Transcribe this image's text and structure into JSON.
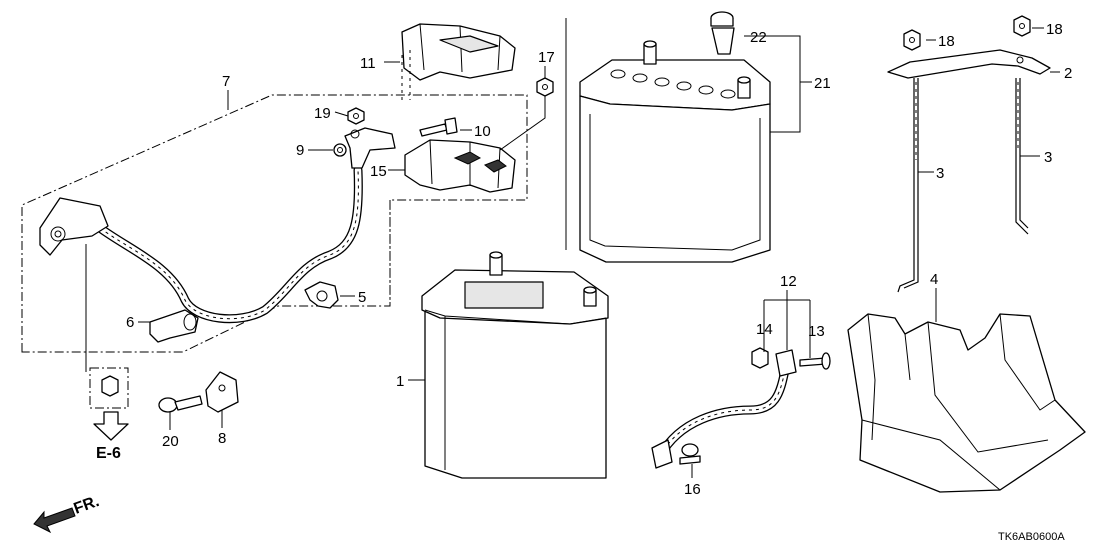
{
  "labels": {
    "p1": "1",
    "p2": "2",
    "p3a": "3",
    "p3b": "3",
    "p4": "4",
    "p5": "5",
    "p6": "6",
    "p7": "7",
    "p8": "8",
    "p9": "9",
    "p10": "10",
    "p11": "11",
    "p12": "12",
    "p13": "13",
    "p14": "14",
    "p15": "15",
    "p16": "16",
    "p17": "17",
    "p18a": "18",
    "p18b": "18",
    "p19": "19",
    "p20": "20",
    "p21": "21",
    "p22": "22"
  },
  "reference": "E-6",
  "direction": "FR.",
  "diagram_code": "TK6AB0600A",
  "colors": {
    "line": "#000000",
    "background": "#ffffff"
  }
}
